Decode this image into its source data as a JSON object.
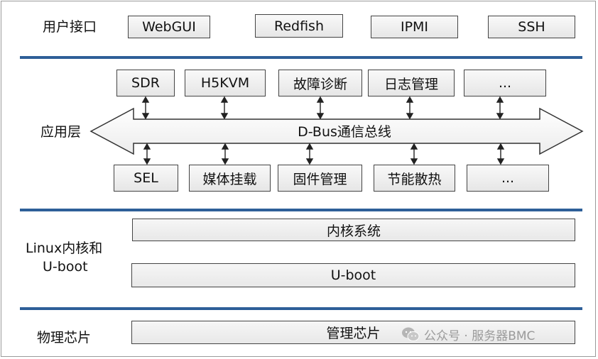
{
  "layers": {
    "user_interface": {
      "label": "用户接口",
      "items": [
        "WebGUI",
        "Redfish",
        "IPMI",
        "SSH"
      ]
    },
    "application": {
      "label": "应用层",
      "top_items": [
        "SDR",
        "H5KVM",
        "故障诊断",
        "日志管理",
        "..."
      ],
      "bus_label": "D-Bus通信总线",
      "bottom_items": [
        "SEL",
        "媒体挂载",
        "固件管理",
        "节能散热",
        "..."
      ]
    },
    "linux_kernel": {
      "label_line1": "Linux内核和",
      "label_line2": "U-boot",
      "kernel_box": "内核系统",
      "uboot_box": "U-boot"
    },
    "physical_chip": {
      "label": "物理芯片",
      "chip_box": "管理芯片"
    }
  },
  "watermark": "公众号 · 服务器BMC",
  "colors": {
    "divider": "#2e5f98",
    "box_border": "#444444"
  }
}
